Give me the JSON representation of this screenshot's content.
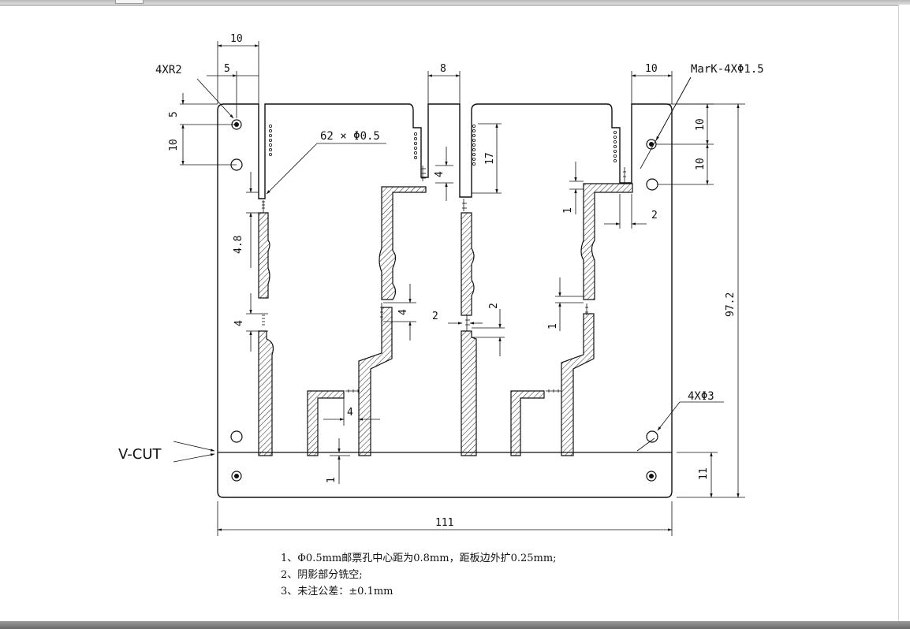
{
  "dimensions": {
    "d_top_10": "10",
    "d_top_5": "5",
    "d_4xr2": "4XR2",
    "d_8": "8",
    "d_right_10": "10",
    "d_mark": "MarK-4XΦ1.5",
    "d_holes": "62 × Φ0.5",
    "d_left_5": "5",
    "d_left_10": "10",
    "d_4_top": "4",
    "d_17": "17",
    "d_r10a": "10",
    "d_r10b": "10",
    "d_1_right": "1",
    "d_2_right": "2",
    "d_48": "4.8",
    "d_972": "97.2",
    "d_4_mid": "4",
    "d_2_mid": "2",
    "d_2_mid_v": "2",
    "d_1_midright": "1",
    "d_4_left": "4",
    "d_4xphi3": "4XΦ3",
    "d_4_bottom": "4",
    "d_vcut": "V-CUT",
    "d_1_bottom": "1",
    "d_11": "11",
    "d_111": "111"
  },
  "notes": [
    "1、Φ0.5mm邮票孔中心距为0.8mm，距板边外扩0.25mm;",
    "2、阴影部分铣空;",
    "3、未注公差：±0.1mm"
  ]
}
